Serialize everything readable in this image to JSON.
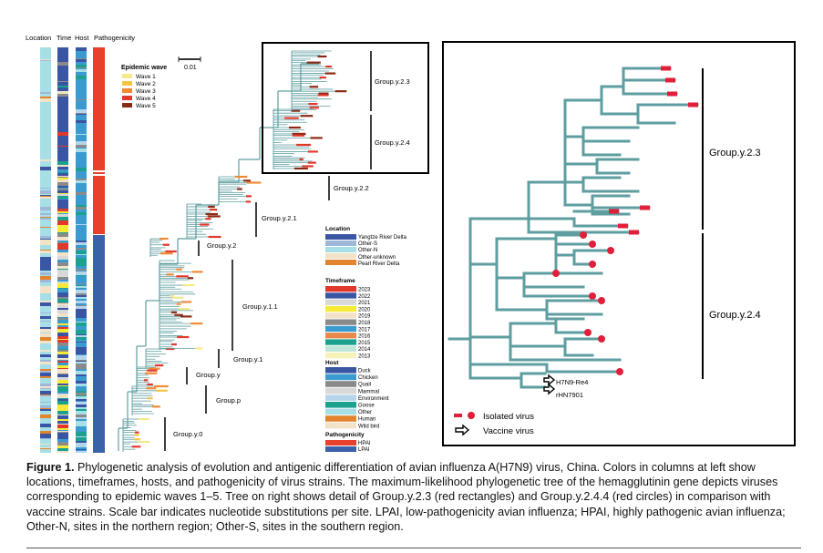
{
  "columns": [
    "Location",
    "Time",
    "Host",
    "Pathogenicity"
  ],
  "epidemic_wave": {
    "title": "Epidemic wave",
    "items": [
      {
        "label": "Wave 1",
        "color": "#f6e98a"
      },
      {
        "label": "Wave 2",
        "color": "#f5c542"
      },
      {
        "label": "Wave 3",
        "color": "#f08a35"
      },
      {
        "label": "Wave 4",
        "color": "#e2372b"
      },
      {
        "label": "Wave 5",
        "color": "#8b2a14"
      }
    ]
  },
  "scale_bar": "0.01",
  "groups_left": [
    "Group.y.2.3",
    "Group.y.2.4",
    "Group.y.2.2",
    "Group.y.2.1",
    "Group.y.2",
    "Group.y.1.1",
    "Group.y.1",
    "Group.y",
    "Group.p",
    "Group.y.0"
  ],
  "location_legend": {
    "title": "Location",
    "items": [
      {
        "label": "Yangtze River Delta",
        "color": "#3a55a4"
      },
      {
        "label": "Other-S",
        "color": "#9fb8d8"
      },
      {
        "label": "Other-N",
        "color": "#a6dfe6"
      },
      {
        "label": "Other-unknown",
        "color": "#f2e2c8"
      },
      {
        "label": "Pearl River Delta",
        "color": "#e2852e"
      }
    ]
  },
  "timeframe_legend": {
    "title": "Timeframe",
    "items": [
      {
        "label": "2023",
        "color": "#e2372b"
      },
      {
        "label": "2022",
        "color": "#3a55a4"
      },
      {
        "label": "2021",
        "color": "#d8d8d8"
      },
      {
        "label": "2020",
        "color": "#f6ea36"
      },
      {
        "label": "2019",
        "color": "#f2e2c8"
      },
      {
        "label": "2018",
        "color": "#8a8a8a"
      },
      {
        "label": "2017",
        "color": "#3a9bd0"
      },
      {
        "label": "2016",
        "color": "#e8884a"
      },
      {
        "label": "2015",
        "color": "#1aa28f"
      },
      {
        "label": "2014",
        "color": "#bfe6d8"
      },
      {
        "label": "2013",
        "color": "#f7f2b8"
      }
    ]
  },
  "host_legend": {
    "title": "Host",
    "items": [
      {
        "label": "Duck",
        "color": "#3a55a4"
      },
      {
        "label": "Chicken",
        "color": "#3a9bd0"
      },
      {
        "label": "Quail",
        "color": "#8a8a8a"
      },
      {
        "label": "Mammal",
        "color": "#d8d8d8"
      },
      {
        "label": "Environment",
        "color": "#b6d5ea"
      },
      {
        "label": "Goose",
        "color": "#1aa28f"
      },
      {
        "label": "Other",
        "color": "#a6dfe6"
      },
      {
        "label": "Human",
        "color": "#e2852e"
      },
      {
        "label": "Wild bird",
        "color": "#f2e2c8"
      }
    ]
  },
  "pathogenicity_legend": {
    "title": "Pathogenicity",
    "items": [
      {
        "label": "HPAI",
        "color": "#e8402a"
      },
      {
        "label": "LPAI",
        "color": "#3a62a8"
      }
    ]
  },
  "right_panel": {
    "groups": [
      "Group.y.2.3",
      "Group.y.2.4"
    ],
    "vaccine_strains": [
      "H7N9-Re4",
      "rHN7901"
    ],
    "legend": [
      {
        "label": "Isolated virus",
        "color": "#e0203a"
      },
      {
        "label": "Vaccine virus",
        "color": "#000000"
      }
    ]
  },
  "colors": {
    "tree_branch": "#5f9ea0",
    "hpai_column": "#e8402a",
    "lpai_column": "#3a62a8",
    "isolated_marker": "#e0203a"
  },
  "caption": {
    "label": "Figure 1.",
    "text": " Phylogenetic analysis of evolution and antigenic differentiation of avian influenza A(H7N9) virus, China. Colors in columns at left show locations, timeframes, hosts, and pathogenicity of virus strains. The maximum-likelihood phylogenetic tree of the hemagglutinin gene depicts viruses corresponding to epidemic waves 1–5. Tree on right shows detail of Group.y.2.3 (red rectangles) and Group.y.2.4.4 (red circles) in comparison with vaccine strains. Scale bar indicates nucleotide substitutions per site. LPAI, low-pathogenicity avian influenza; HPAI, highly pathogenic avian influenza; Other-N, sites in the northern region; Other-S, sites in the southern region."
  }
}
